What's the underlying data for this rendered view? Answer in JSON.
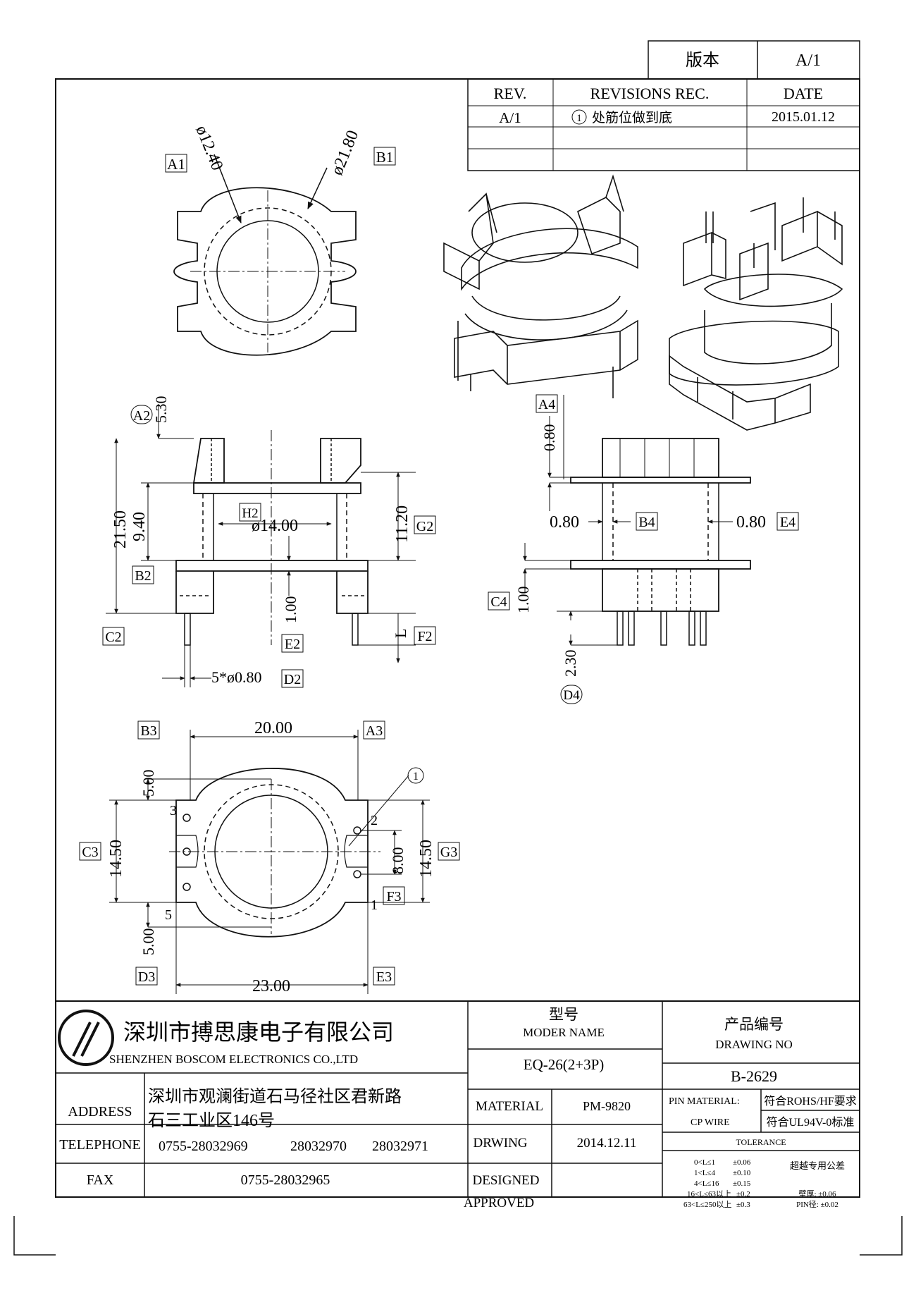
{
  "version_box": {
    "label": "版本",
    "value": "A/1"
  },
  "revisions": {
    "headers": [
      "REV.",
      "REVISIONS REC.",
      "DATE"
    ],
    "rows": [
      {
        "rev": "A/1",
        "marker": "1",
        "rec": "处筋位做到底",
        "date": "2015.01.12"
      }
    ]
  },
  "top_view": {
    "dims": {
      "inner_dia": "ø12.40",
      "outer_dia": "ø21.80"
    },
    "labels": {
      "a1": "A1",
      "b1": "B1"
    }
  },
  "front_view": {
    "dims": {
      "top": "5.30",
      "height": "21.50",
      "window": "9.40",
      "bore": "ø14.00",
      "inner": "11.20",
      "flange": "1.00",
      "pins": "5*ø0.80",
      "pin_len": "L"
    },
    "labels": {
      "a2": "A2",
      "h2": "H2",
      "g2": "G2",
      "b2": "B2",
      "c2": "C2",
      "e2": "E2",
      "f2": "F2",
      "d2": "D2"
    }
  },
  "side_view": {
    "dims": {
      "top": "0.80",
      "wall_left": "0.80",
      "wall_right": "0.80",
      "flange": "1.00",
      "pin": "2.30"
    },
    "labels": {
      "a4": "A4",
      "b4": "B4",
      "e4": "E4",
      "c4": "C4",
      "d4": "D4"
    }
  },
  "bottom_view": {
    "dims": {
      "top_width": "20.00",
      "bottom_width": "23.00",
      "top_gap": "5.00",
      "bottom_gap": "5.00",
      "left_height": "14.50",
      "right_height": "14.50",
      "pin_pitch": "8.00"
    },
    "labels": {
      "b3": "B3",
      "a3": "A3",
      "c3": "C3",
      "g3": "G3",
      "f3": "F3",
      "d3": "D3",
      "e3": "E3"
    },
    "pins": {
      "p1": "1",
      "p2": "2",
      "p3": "3",
      "p5": "5"
    },
    "marker": "1"
  },
  "title_block": {
    "company_cn": "深圳市搏思康电子有限公司",
    "company_en": "SHENZHEN BOSCOM ELECTRONICS CO.,LTD",
    "address_label": "ADDRESS",
    "address_line1": "深圳市观澜街道石马径社区君新路",
    "address_line2": "石三工业区146号",
    "telephone_label": "TELEPHONE",
    "telephones": [
      "0755-28032969",
      "28032970",
      "28032971"
    ],
    "fax_label": "FAX",
    "fax": "0755-28032965",
    "model_cn": "型号",
    "model_en": "MODER NAME",
    "model_value": "EQ-26(2+3P)",
    "drawing_cn": "产品编号",
    "drawing_en": "DRAWING NO",
    "drawing_value": "B-2629",
    "material_label": "MATERIAL",
    "material_value": "PM-9820",
    "drwing_label": "DRWING",
    "drwing_value": "2014.12.11",
    "designed_label": "DESIGNED",
    "approved_label": "APPROVED",
    "pin_material_label": "PIN MATERIAL:",
    "pin_material_value": "CP WIRE",
    "rohs": "符合ROHS/HF要求",
    "ul": "符合UL94V-0标准",
    "tolerance_label": "TOLERANCE",
    "tolerances": [
      {
        "range": "0<L≤1",
        "tol": "±0.06"
      },
      {
        "range": "1<L≤4",
        "tol": "±0.10"
      },
      {
        "range": "4<L≤16",
        "tol": "±0.15"
      },
      {
        "range": "16<L≤63以上",
        "tol": "±0.2"
      },
      {
        "range": "63<L≤250以上",
        "tol": "±0.3"
      }
    ],
    "tol_note": "超越专用公差",
    "wall": "壁厚: ±0.06",
    "pin_dia": "PIN径: ±0.02"
  }
}
